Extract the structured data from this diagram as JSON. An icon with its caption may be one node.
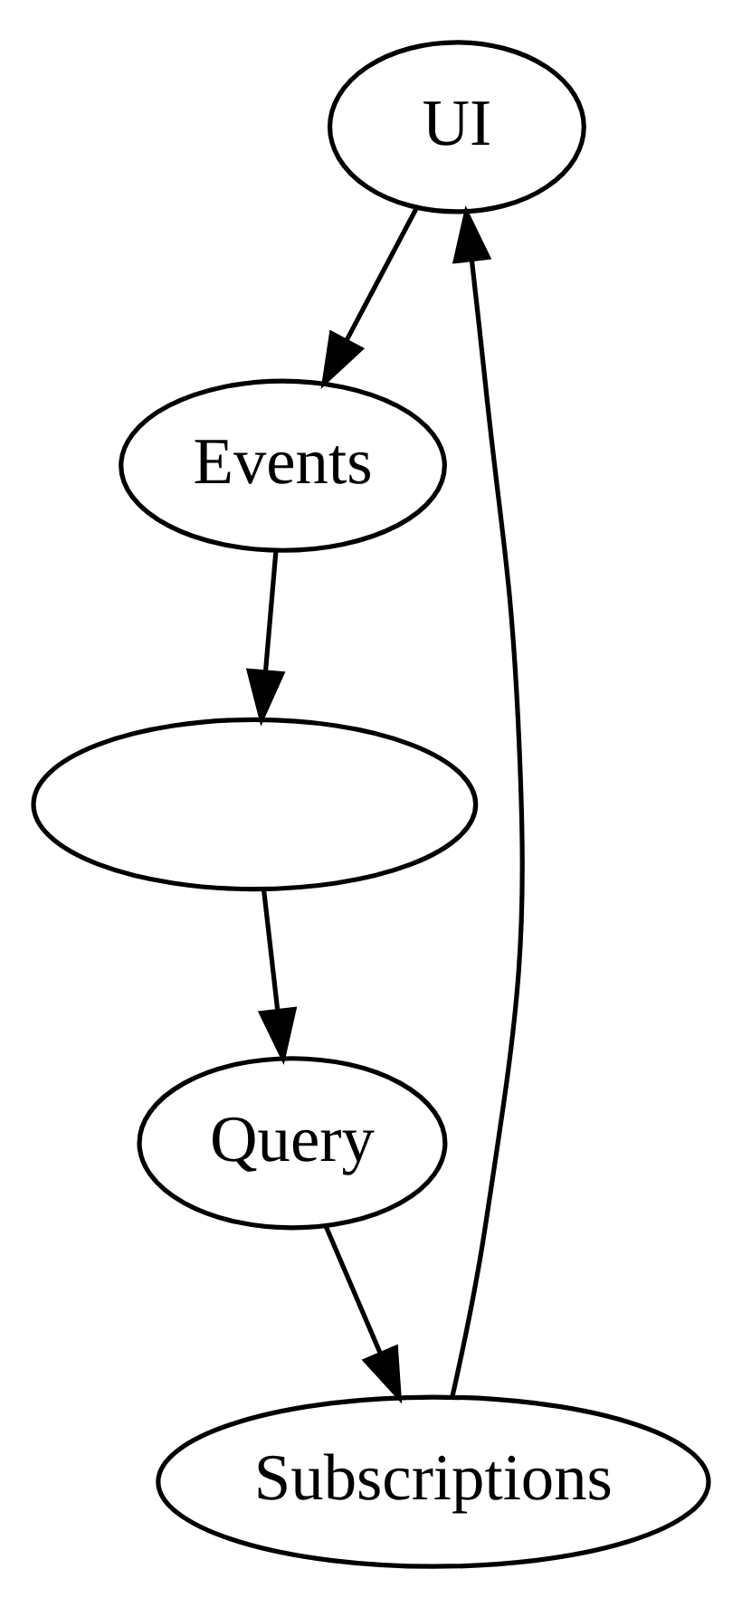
{
  "diagram": {
    "nodes": [
      {
        "text": [
          "UI"
        ]
      },
      {
        "text": [
          "Events"
        ]
      },
      {
        "text": [],
        "shape": "ellipse"
      },
      {
        "text": [
          "Query"
        ]
      },
      {
        "text": [
          "Subscriptions"
        ]
      }
    ],
    "edges": [
      {
        "from": 0,
        "to": 1,
        "arrow": "to"
      },
      {
        "from": 1,
        "to": 2,
        "arrow": "to"
      },
      {
        "from": 2,
        "to": 3,
        "arrow": "to"
      },
      {
        "from": 3,
        "to": 4,
        "arrow": "to"
      },
      {
        "from": 4,
        "to": 0,
        "arrow": "to"
      }
    ]
  }
}
